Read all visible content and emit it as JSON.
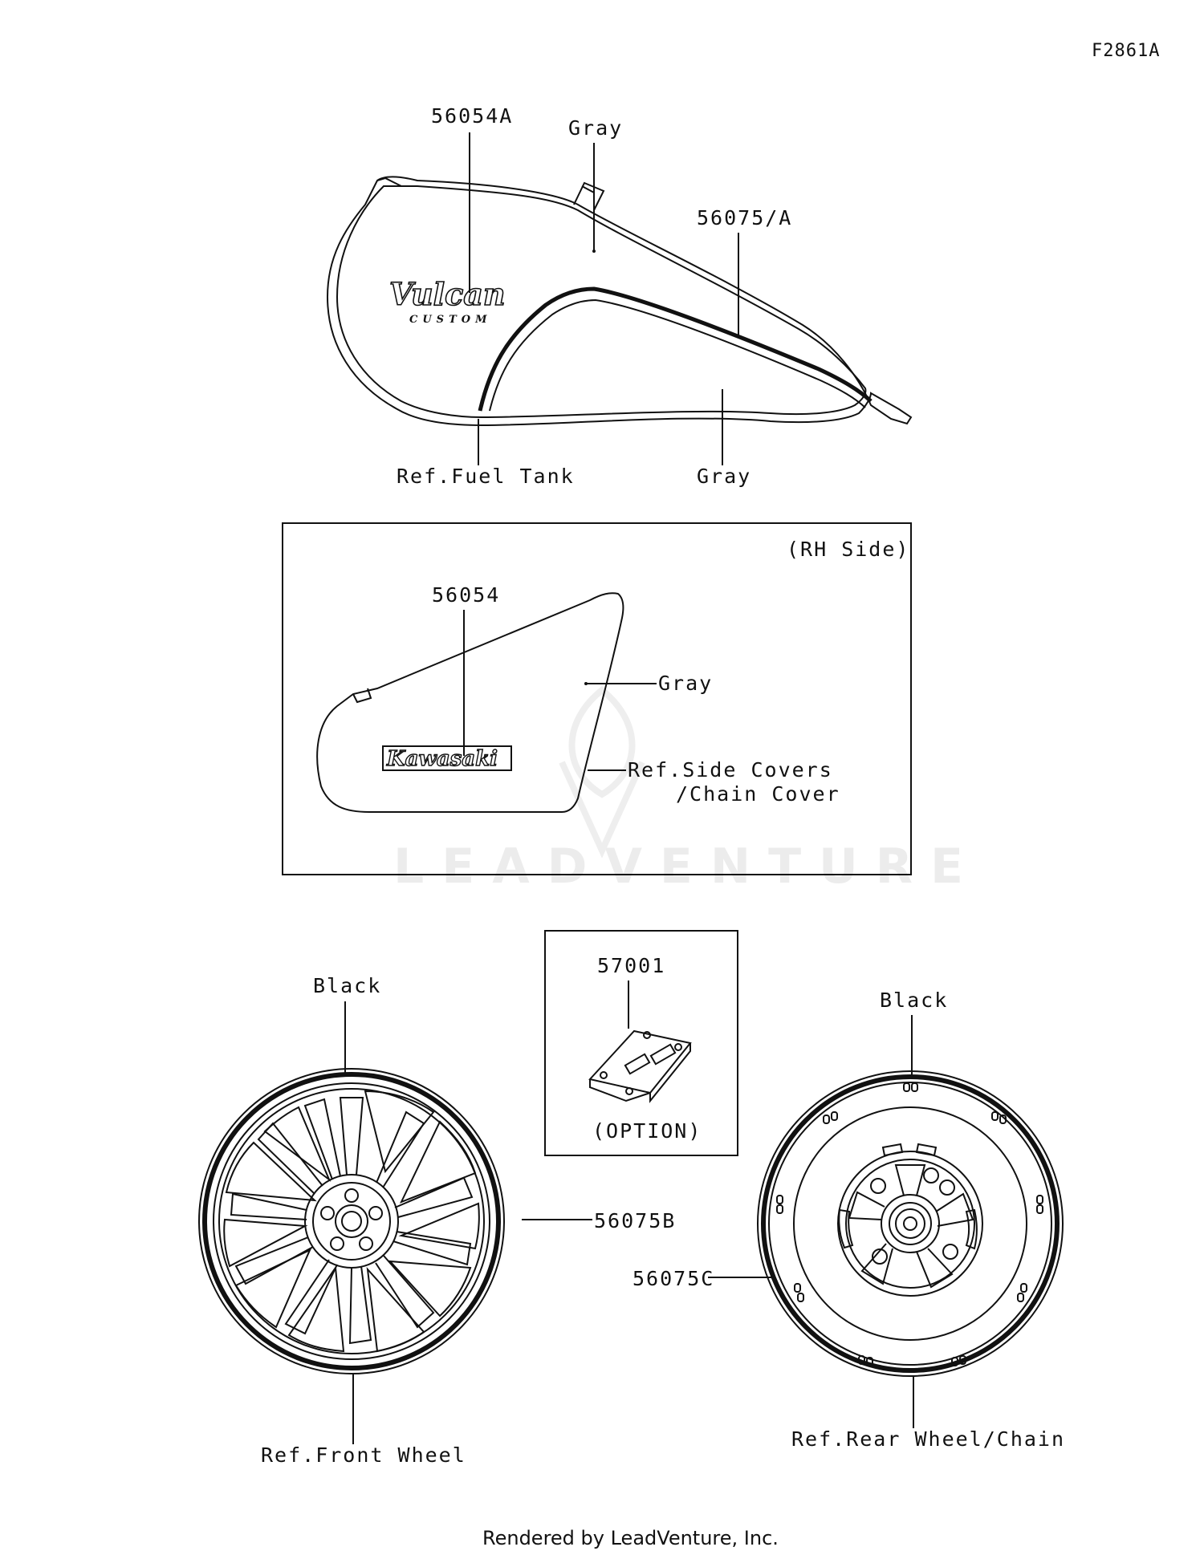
{
  "figure_id": "F2861A",
  "footer": "Rendered by LeadVenture, Inc.",
  "watermark": "LEADVENTURE",
  "fuel_tank": {
    "part_logo_label": "56054A",
    "color_top": "Gray",
    "stripe_label": "56075/A",
    "color_bottom": "Gray",
    "ref_label": "Ref.Fuel Tank",
    "logo_text": "Vulcan",
    "logo_subtext": "CUSTOM"
  },
  "side_cover": {
    "side_label": "(RH Side)",
    "part_label": "56054",
    "color": "Gray",
    "ref_label_line1": "Ref.Side Covers",
    "ref_label_line2": "/Chain Cover",
    "logo_text": "Kawasaki"
  },
  "option_part": {
    "part_label": "57001",
    "option_label": "(OPTION)"
  },
  "front_wheel": {
    "color": "Black",
    "stripe_label": "56075B",
    "ref_label": "Ref.Front Wheel"
  },
  "rear_wheel": {
    "color": "Black",
    "stripe_label": "56075C",
    "ref_label": "Ref.Rear Wheel/Chain"
  },
  "colors": {
    "line": "#111111",
    "watermark": "#ececec"
  }
}
